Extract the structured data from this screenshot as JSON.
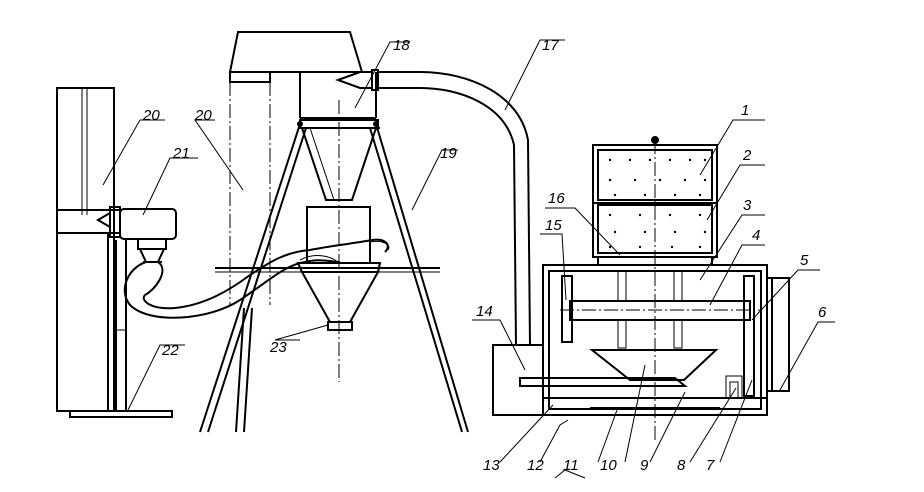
{
  "diagram": {
    "labels": {
      "l1": "1",
      "l2": "2",
      "l3": "3",
      "l4": "4",
      "l5": "5",
      "l6": "6",
      "l7": "7",
      "l8": "8",
      "l9": "9",
      "l10": "10",
      "l11": "11",
      "l12": "12",
      "l13": "13",
      "l14": "14",
      "l15": "15",
      "l16": "16",
      "l17": "17",
      "l18": "18",
      "l19": "19",
      "l20a": "20",
      "l20b": "20",
      "l21": "21",
      "l22": "22",
      "l23": "23"
    }
  }
}
